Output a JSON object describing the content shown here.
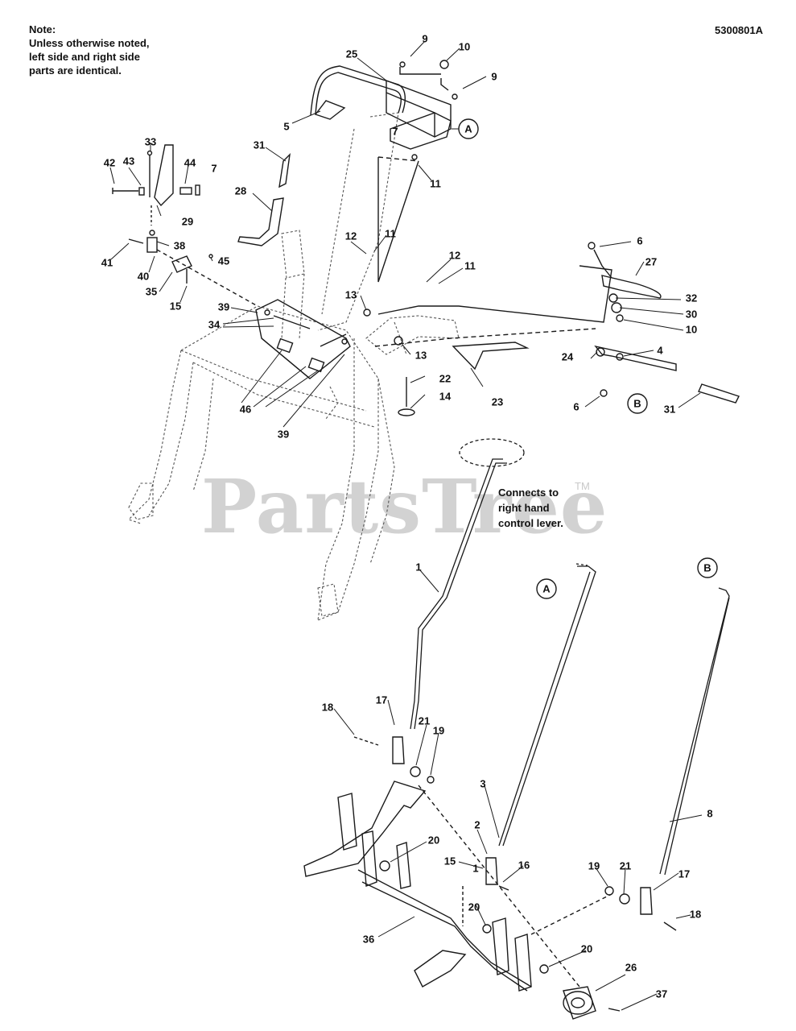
{
  "note": {
    "heading": "Note:",
    "lines": [
      "Unless otherwise noted,",
      "left side and right side",
      "parts are identical."
    ]
  },
  "diagram_id": "5300801A",
  "connect_note": [
    "Connects to",
    "right hand",
    "control lever."
  ],
  "watermark": {
    "text": "PartsTree",
    "tm": "TM"
  },
  "references": [
    "A",
    "B"
  ],
  "callout_numbers": [
    "1",
    "2",
    "3",
    "4",
    "5",
    "6",
    "7",
    "8",
    "9",
    "10",
    "11",
    "12",
    "13",
    "14",
    "15",
    "16",
    "17",
    "18",
    "19",
    "20",
    "21",
    "22",
    "23",
    "24",
    "25",
    "26",
    "27",
    "28",
    "29",
    "30",
    "31",
    "32",
    "33",
    "34",
    "35",
    "36",
    "37",
    "38",
    "39",
    "40",
    "41",
    "42",
    "43",
    "44",
    "45",
    "46"
  ],
  "colors": {
    "line": "#1a1a1a",
    "watermark": "#d2d2d2",
    "frame_dash": "#555555"
  }
}
